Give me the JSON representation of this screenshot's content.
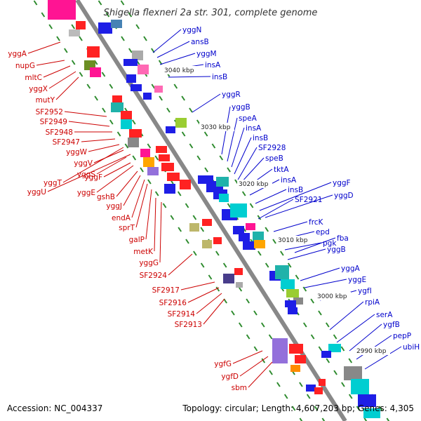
{
  "title": "Shigella flexneri 2a str. 301, complete genome",
  "accession": "Accession: NC_004337",
  "topology_info": "Topology: circular; Length: 4,607,203 bp; Genes: 4,305",
  "colors": {
    "forward_label": "#0000cc",
    "reverse_label": "#cc0000",
    "backbone": "#888888",
    "tick": "#2e8b2e",
    "forward_arrow": "#1e1ee6",
    "reverse_arrow": "#e61e1e"
  },
  "scale_labels": [
    "3040 kbp",
    "3030 kbp",
    "3020 kbp",
    "3010 kbp",
    "3000 kbp",
    "2990 kbp"
  ],
  "forward_genes": [
    "yggN",
    "ansB",
    "yggM",
    "insA",
    "insB",
    "yggR",
    "yggB",
    "speA",
    "insA",
    "insB",
    "SF2928",
    "speB",
    "tktA",
    "insA",
    "insB",
    "yggF",
    "yggD",
    "SF2921",
    "frcK",
    "epd",
    "fba",
    "pgk",
    "yggB",
    "yggA",
    "yggE",
    "ygfI",
    "rpiA",
    "serA",
    "ygfB",
    "pepP",
    "ubiH"
  ],
  "reverse_genes": [
    "yggA",
    "nupG",
    "mltC",
    "yggX",
    "mutY",
    "SF2952",
    "SF2949",
    "SF2948",
    "SF2947",
    "yggW",
    "yggV",
    "yggS",
    "yggF",
    "yggT",
    "yggE",
    "yggU",
    "gshB",
    "yggJ",
    "endA",
    "sprT",
    "galP",
    "metK",
    "yggG",
    "SF2924",
    "SF2917",
    "SF2916",
    "SF2914",
    "SF2913",
    "ygfG",
    "ygfD",
    "sbm"
  ]
}
